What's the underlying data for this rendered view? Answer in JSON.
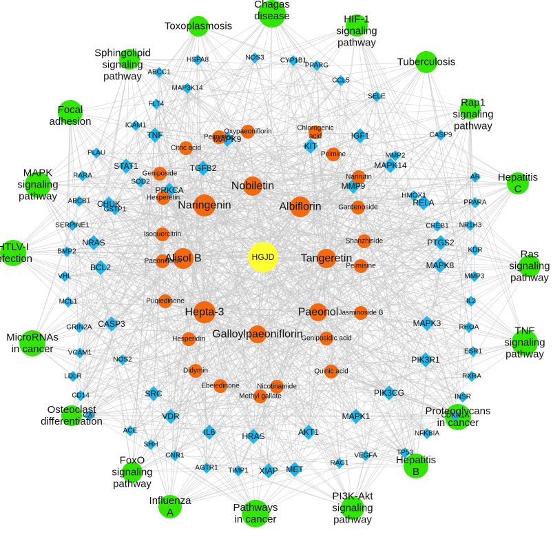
{
  "center": {
    "label": "HGJD"
  },
  "compounds_large": [
    "Nobiletin",
    "Naringenin",
    "Albiflorin",
    "Alisol B",
    "Tangeretin",
    "Hepta-3",
    "Paeonol",
    "Galloylpaeoniflorin"
  ],
  "compounds_small": [
    "Oxypaeoniflorin",
    "Peiminine",
    "Chlorogenic acid",
    "Citric acid",
    "Peimine",
    "Geniposide",
    "Narirutin",
    "Hesperetin",
    "Gardenoside",
    "Isoquercitrin",
    "Shanzhiside",
    "Paeoniflorin",
    "Peimisine",
    "Puqiedinone",
    "Jasminoside B",
    "Hesperidin",
    "Geniposidic acid",
    "Didymin",
    "Quinic acid",
    "Ebeiedinone",
    "Nicotinamide",
    "Methyl gallate"
  ],
  "targets": [
    "HSPA8",
    "NOS3",
    "CYP1B1",
    "ABCC1",
    "PPARG",
    "MAP3K14",
    "CCL5",
    "FLT4",
    "SELE",
    "ICAM1",
    "MAPK9",
    "KIT",
    "MMP2",
    "TGFB2",
    "SOD2",
    "PRKCA",
    "MMP9",
    "HMOX1",
    "GSTP1",
    "TNF",
    "IGF1",
    "CREB1",
    "PLAU",
    "CASP9",
    "STAT1",
    "MAPK14",
    "RARA",
    "AR",
    "ABCB1",
    "CHUK",
    "RELA",
    "PPARA",
    "SERPINE1",
    "NR1H3",
    "BMP2",
    "NRAS",
    "PTGS2",
    "KDR",
    "VHL",
    "BCL2",
    "MAPK8",
    "MMP3",
    "MCL1",
    "IL2",
    "GRIN2A",
    "CASP3",
    "MAPK3",
    "RHOA",
    "VCAM1",
    "NOS2",
    "PIK3R1",
    "ESR1",
    "LDLR",
    "RXRA",
    "CD14",
    "SRC",
    "PIK3CG",
    "INSR",
    "CAT",
    "VDR",
    "MAPK1",
    "CDKN1A",
    "ACE",
    "IL6",
    "HRAS",
    "AKT1",
    "NFKBIA",
    "SHH",
    "CNR1",
    "TP53",
    "AGTR1",
    "TIMP1",
    "XIAP",
    "MET",
    "RAC1",
    "VEGFA"
  ],
  "pathways": [
    {
      "lines": [
        "Chagas",
        "disease"
      ]
    },
    {
      "lines": [
        "HIF-1",
        "signaling",
        "pathway"
      ]
    },
    {
      "lines": [
        "Toxoplasmosis"
      ]
    },
    {
      "lines": [
        "Tuberculosis"
      ]
    },
    {
      "lines": [
        "Sphingolipid",
        "signaling",
        "pathway"
      ]
    },
    {
      "lines": [
        "Rap1",
        "signaling",
        "pathway"
      ]
    },
    {
      "lines": [
        "Focal",
        "adhesion"
      ]
    },
    {
      "lines": [
        "MAPK",
        "signaling",
        "pathway"
      ]
    },
    {
      "lines": [
        "Hepatitis",
        "C"
      ]
    },
    {
      "lines": [
        "HTLV-I",
        "infection"
      ]
    },
    {
      "lines": [
        "Ras",
        "signaling",
        "pathway"
      ]
    },
    {
      "lines": [
        "TNF",
        "signaling",
        "pathway"
      ]
    },
    {
      "lines": [
        "MicroRNAs",
        "in cancer"
      ]
    },
    {
      "lines": [
        "Osteoclast",
        "differentiation"
      ]
    },
    {
      "lines": [
        "Proteoglycans",
        "in cancer"
      ]
    },
    {
      "lines": [
        "FoxO",
        "signaling",
        "pathway"
      ]
    },
    {
      "lines": [
        "Hepatitis",
        "B"
      ]
    },
    {
      "lines": [
        "Influenza",
        "A"
      ]
    },
    {
      "lines": [
        "Pathways",
        "in cancer"
      ]
    },
    {
      "lines": [
        "PI3K-Akt",
        "signaling",
        "pathway"
      ]
    }
  ],
  "colors": {
    "center": "#FFFF33",
    "compound": "#F26A0F",
    "target": "#1FB5E8",
    "pathway": "#33E600",
    "edge": "#C8C8C8",
    "background": "#FFFFFF"
  }
}
